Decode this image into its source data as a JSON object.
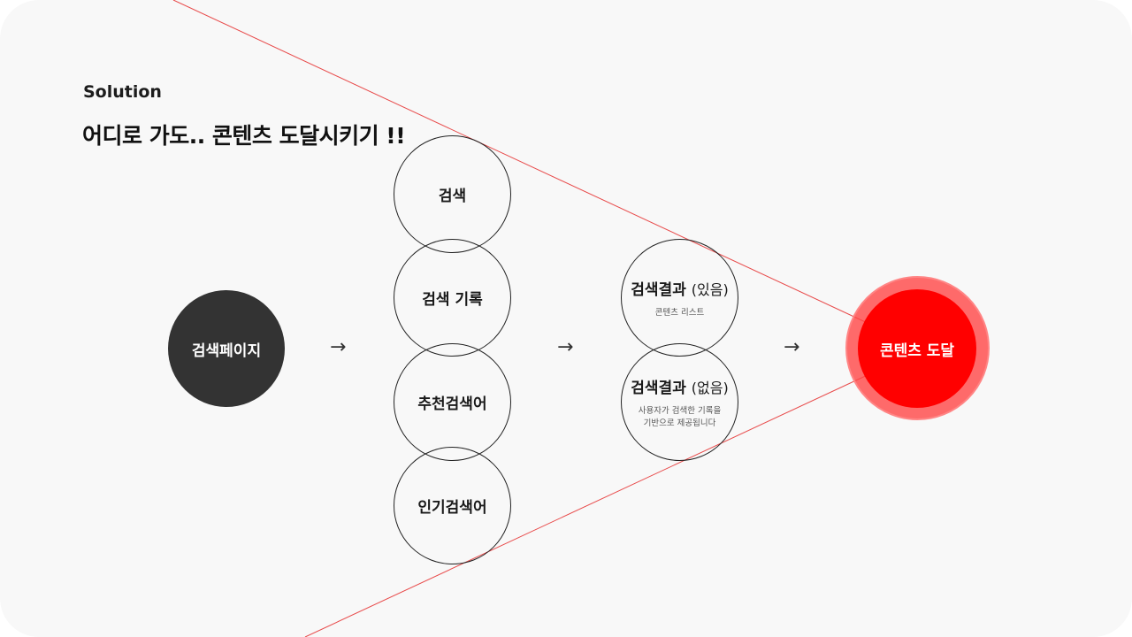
{
  "header": {
    "eyebrow": "Solution",
    "headline": "어디로 가도.. 콘텐츠 도달시키기 !!"
  },
  "flow": {
    "start": {
      "label": "검색페이지"
    },
    "options": [
      {
        "label": "검색"
      },
      {
        "label": "검색 기록"
      },
      {
        "label": "추천검색어"
      },
      {
        "label": "인기검색어"
      }
    ],
    "results": [
      {
        "label": "검색결과",
        "paren": "(있음)",
        "sub_lines": [
          "콘텐츠 리스트"
        ]
      },
      {
        "label": "검색결과",
        "paren": "(없음)",
        "sub_lines": [
          "사용자가 검색한 기록을",
          "기반으로 제공됩니다"
        ]
      }
    ],
    "goal": {
      "label": "콘텐츠 도달"
    },
    "arrows": [
      "→",
      "→",
      "→"
    ]
  },
  "colors": {
    "background": "#f8f8f8",
    "start_fill": "#333333",
    "goal_fill": "#ff0000",
    "goal_ring": "#ff4646",
    "funnel_lines": "#e84a4a",
    "circle_outline": "#222222"
  }
}
